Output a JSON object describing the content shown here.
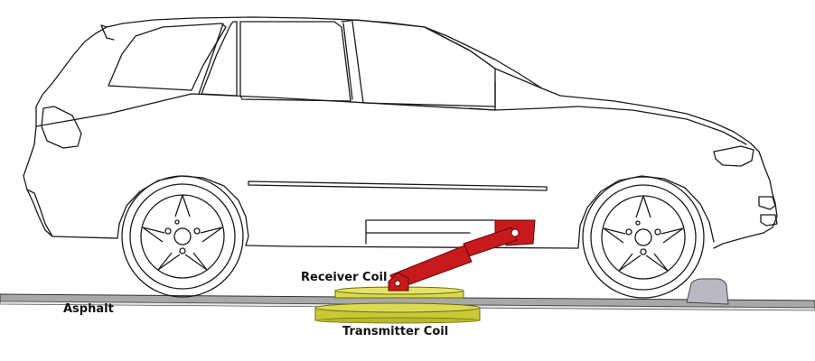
{
  "labels": {
    "receiver": "Receiver Coil",
    "asphalt": "Asphalt",
    "transmitter": "Transmitter Coil"
  },
  "colors": {
    "outline": "#1a1a1a",
    "arm": "#c8191c",
    "arm_dark": "#7a0d0f",
    "coil_top": "#d9d94a",
    "coil_side": "#c9c935",
    "coil_dark": "#8f8f1e",
    "road": "#a8a8a8",
    "chock": "#b9b9c4"
  }
}
